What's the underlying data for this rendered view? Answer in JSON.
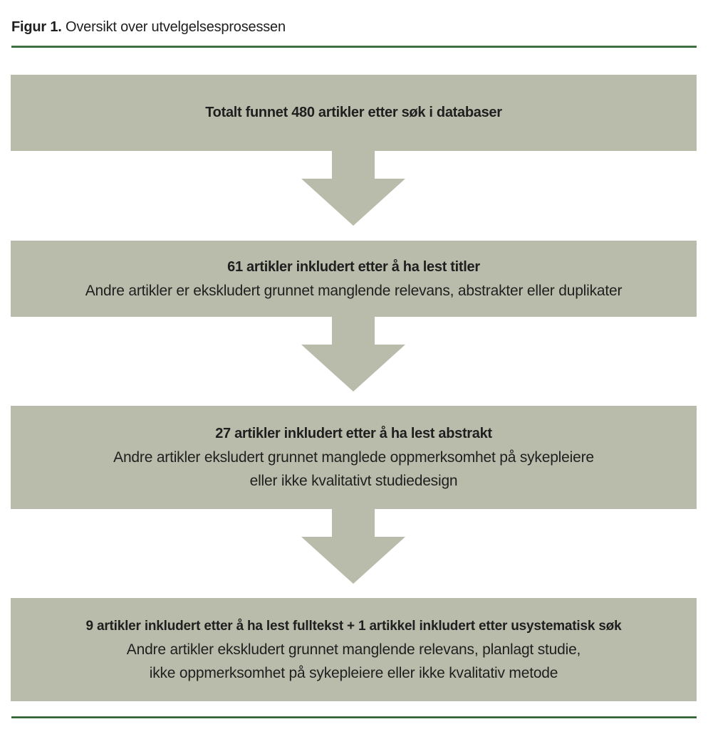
{
  "figure": {
    "label": "Figur 1.",
    "title": "Oversikt over utvelgelsesprosessen"
  },
  "colors": {
    "box_fill": "#b9bcab",
    "rule_green": "#2f6233",
    "text_color": "#1f1f1f",
    "page_bg": "#ffffff"
  },
  "icons": {
    "flow_arrow": "down-block-arrow-icon"
  },
  "boxes": [
    {
      "heading": "Totalt funnet 480 artikler etter søk i databaser",
      "body": []
    },
    {
      "heading": "61 artikler inkludert etter å ha lest titler",
      "body": [
        "Andre artikler er ekskludert grunnet manglende relevans, abstrakter eller duplikater"
      ]
    },
    {
      "heading": "27 artikler inkludert etter å ha lest abstrakt",
      "body": [
        "Andre artikler eksludert grunnet manglede oppmerksomhet på sykepleiere",
        "eller ikke kvalitativt studiedesign"
      ]
    },
    {
      "heading": "9 artikler inkludert etter å ha lest fulltekst + 1 artikkel inkludert etter usystematisk søk",
      "body": [
        "Andre artikler ekskludert grunnet manglende relevans, planlagt studie,",
        "ikke oppmerksomhet på sykepleiere eller ikke kvalitativ metode"
      ]
    }
  ]
}
